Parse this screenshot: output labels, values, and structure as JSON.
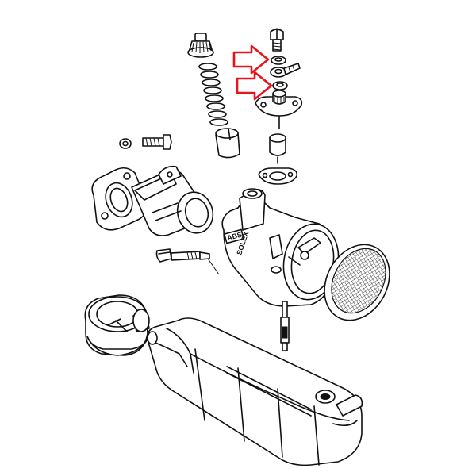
{
  "diagram": {
    "housing_marking": "ABS",
    "housing_brand": "SOLEX",
    "arrow_color": "#e8141c",
    "line_color": "#111111",
    "background_color": "#ffffff",
    "highlighted_parts": [
      "upper-washer",
      "lower-washer"
    ]
  }
}
